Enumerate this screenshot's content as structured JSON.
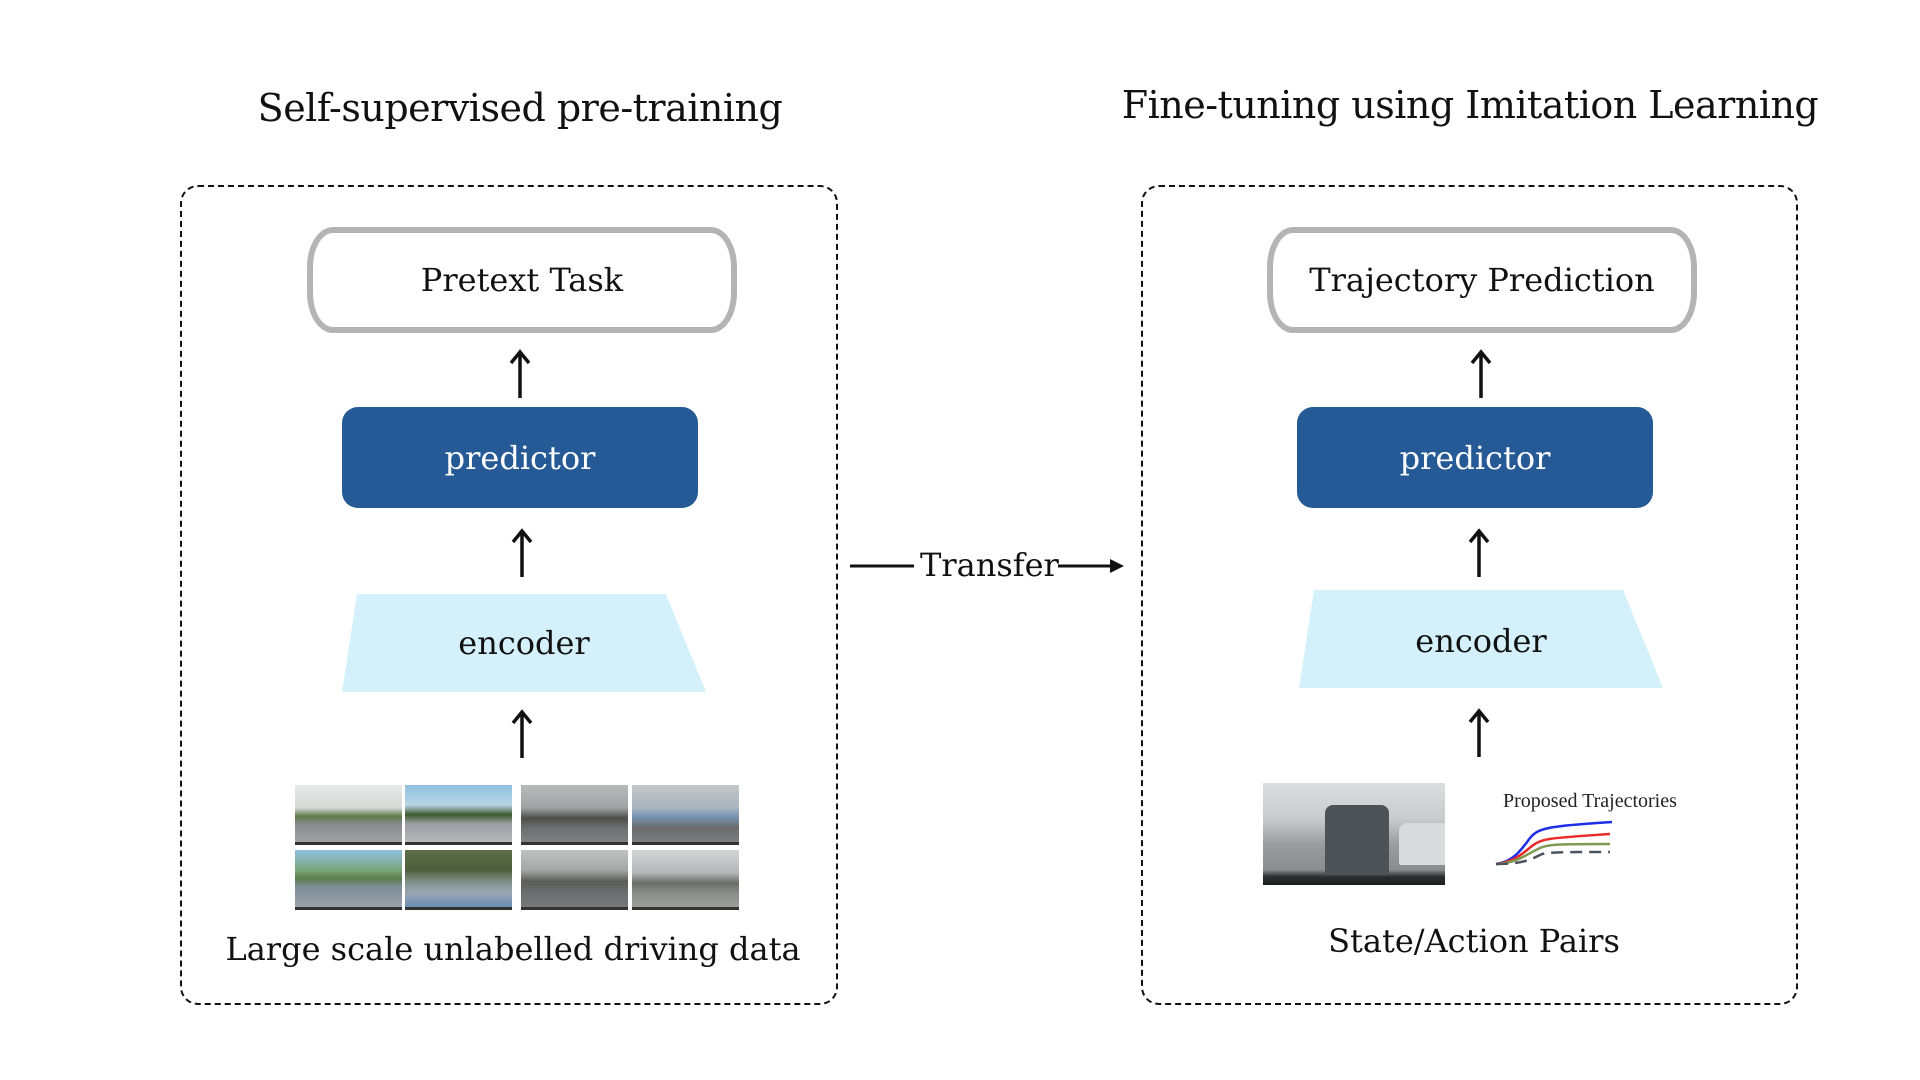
{
  "left_panel": {
    "title": "Self-supervised pre-training",
    "task_label": "Pretext Task",
    "predictor_label": "predictor",
    "encoder_label": "encoder",
    "data_caption": "Large scale unlabelled driving data",
    "thumbnails": [
      {
        "scene": "tree-lined road, sunny"
      },
      {
        "scene": "road with blue sky, bus ahead"
      },
      {
        "scene": "overcast road, buildings left"
      },
      {
        "scene": "overcast, blue van ahead"
      },
      {
        "scene": "sunny road with blue sign"
      },
      {
        "scene": "shaded street with trees"
      },
      {
        "scene": "foggy tree-lined road"
      },
      {
        "scene": "crosswalk intersection, overcast"
      }
    ]
  },
  "transfer": {
    "label": "Transfer"
  },
  "right_panel": {
    "title": "Fine-tuning using Imitation Learning",
    "task_label": "Trajectory Prediction",
    "predictor_label": "predictor",
    "encoder_label": "encoder",
    "state_image": {
      "scene": "rear view of vehicle ahead, overcast"
    },
    "trajectories_label": "Proposed Trajectories",
    "trajectories": [
      {
        "color": "#1f2fe8",
        "style": "solid"
      },
      {
        "color": "#e82a2a",
        "style": "solid"
      },
      {
        "color": "#7f9a52",
        "style": "solid"
      },
      {
        "color": "#4a5560",
        "style": "dashed"
      }
    ],
    "data_caption": "State/Action Pairs"
  },
  "colors": {
    "predictor_fill": "#255a96",
    "encoder_fill": "#d4f1fb",
    "task_border": "#b4b4b4",
    "panel_border": "#111111"
  }
}
